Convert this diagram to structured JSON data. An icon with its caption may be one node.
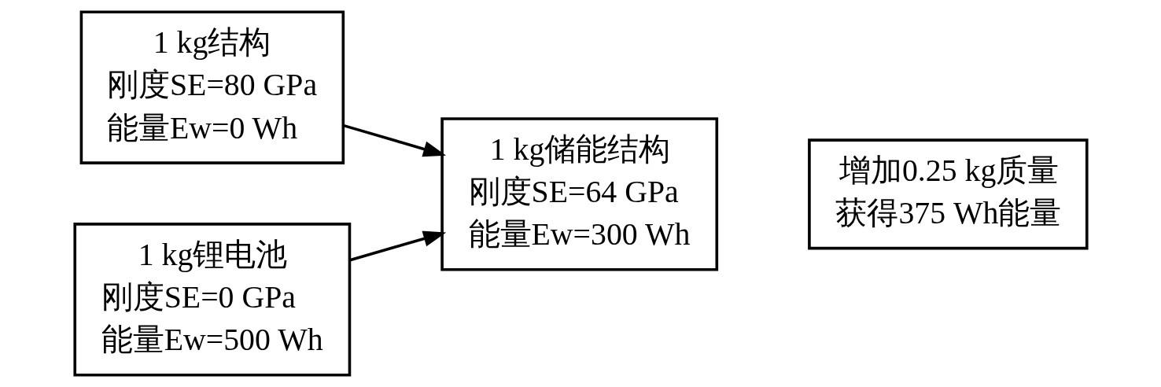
{
  "diagram": {
    "nodes": [
      {
        "text": [
          "1 kg结构",
          "刚度SE=80 GPa",
          "能量Ew=0 Wh"
        ]
      },
      {
        "text": [
          "1 kg锂电池",
          "刚度SE=0 GPa",
          "能量Ew=500 Wh"
        ]
      },
      {
        "text": [
          "1 kg储能结构",
          "刚度SE=64 GPa",
          "能量Ew=300 Wh"
        ]
      },
      {
        "text": [
          "增加0.25 kg质量",
          "获得375 Wh能量"
        ]
      }
    ],
    "edges": [
      {
        "from": 0,
        "to": 2,
        "arrow": "to"
      },
      {
        "from": 1,
        "to": 2,
        "arrow": "to"
      }
    ]
  }
}
